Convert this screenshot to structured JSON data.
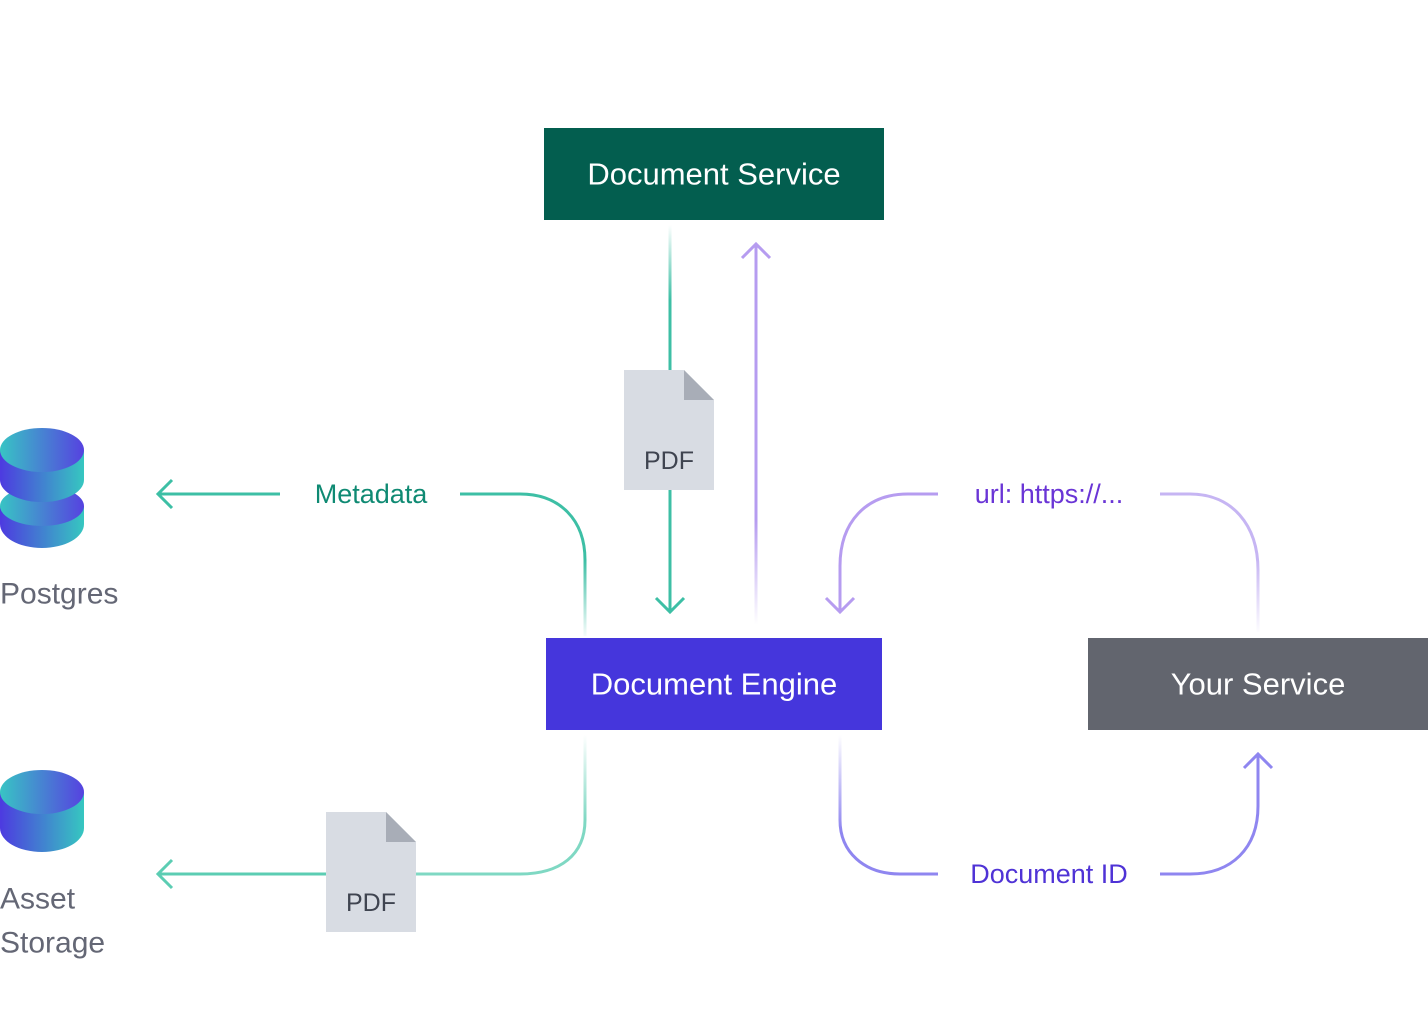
{
  "nodes": {
    "document_service": {
      "label": "Document Service",
      "color": "#035e4f"
    },
    "document_engine": {
      "label": "Document Engine",
      "color": "#4536dc"
    },
    "your_service": {
      "label": "Your Service",
      "color": "#62656e"
    }
  },
  "stores": {
    "postgres": {
      "label": "Postgres",
      "icon": "database-icon"
    },
    "asset_storage": {
      "label_line1": "Asset",
      "label_line2": "Storage",
      "icon": "storage-icon"
    }
  },
  "edges": {
    "metadata": {
      "label": "Metadata",
      "color": "#0f8a73"
    },
    "url": {
      "label": "url: https://...",
      "color": "#6a35d6"
    },
    "document_id": {
      "label": "Document ID",
      "color": "#4f33d6"
    }
  },
  "documents": {
    "pdf_upload": {
      "label": "PDF",
      "icon": "pdf-file-icon"
    },
    "pdf_asset": {
      "label": "PDF",
      "icon": "pdf-file-icon"
    }
  },
  "colors": {
    "teal_line": "#3dbfa5",
    "purple_line": "#b69cf0",
    "indigo_line": "#8f86f0",
    "file": "#d8dce3",
    "file_fold": "#a8adb7"
  }
}
